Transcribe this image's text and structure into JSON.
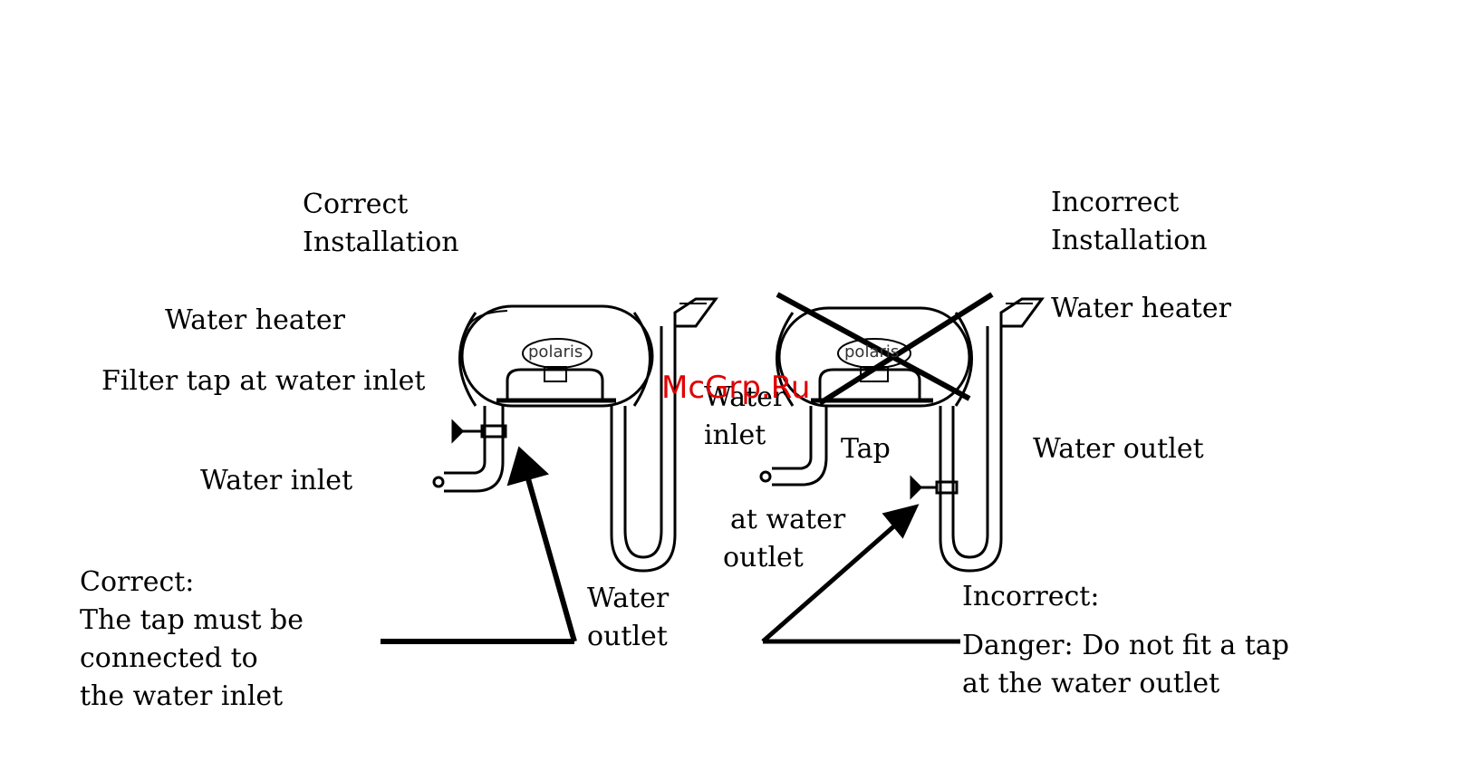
{
  "correct": {
    "title_line1": "Correct",
    "title_line2": "Installation",
    "water_heater": "Water heater",
    "filter_tap": "Filter tap at water inlet",
    "water_inlet": "Water inlet",
    "water_outlet_line1": "Water",
    "water_outlet_line2": "outlet",
    "note_line1": "Correct:",
    "note_line2": "The tap must be",
    "note_line3": "connected to",
    "note_line4": "the water inlet",
    "brand": "polaris"
  },
  "incorrect": {
    "title_line1": "Incorrect",
    "title_line2": "Installation",
    "water_heater": "Water heater",
    "water_inlet_line1": "Water",
    "water_inlet_line2": "inlet",
    "tap_line1": "Tap",
    "tap_line2": "at water",
    "tap_line3": "outlet",
    "water_outlet": "Water outlet",
    "note_line1": "Incorrect:",
    "note_line2": "Danger: Do not fit a tap",
    "note_line3": "at the water outlet",
    "brand": "polaris"
  },
  "watermark": "McGrp.Ru",
  "colors": {
    "ink": "#000000",
    "watermark": "#e00000",
    "background": "#ffffff"
  }
}
